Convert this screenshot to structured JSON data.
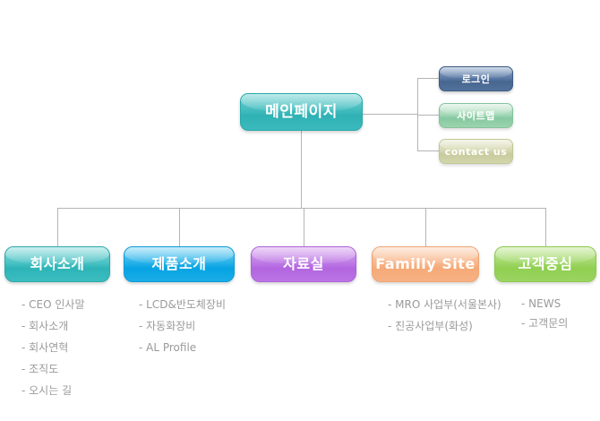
{
  "diagram": {
    "title": "website-sitemap",
    "root": {
      "label": "메인페이지"
    },
    "utility_nodes": [
      {
        "label": "로그인",
        "color": "#52729c"
      },
      {
        "label": "사이트맵",
        "color": "#9bd3ad"
      },
      {
        "label": "contact us",
        "color": "#d2d6ab"
      }
    ],
    "categories": [
      {
        "label": "회사소개",
        "color": "#3cbdc0",
        "items": [
          "- CEO 인사말",
          "- 회사소개",
          "- 회사연혁",
          "- 조직도",
          "- 오시는 길"
        ]
      },
      {
        "label": "제품소개",
        "color": "#1aade7",
        "items": [
          "- LCD&반도체장비",
          "- 자동화장비",
          "- AL Profile"
        ]
      },
      {
        "label": "자료실",
        "color": "#bb74e3",
        "items": []
      },
      {
        "label": "Familly Site",
        "color": "#f7b284",
        "items": [
          "- MRO 사업부(서울본사)",
          "- 진공사업부(화성)"
        ]
      },
      {
        "label": "고객중심",
        "color": "#9bd461",
        "items": [
          "- NEWS",
          "- 고객문의"
        ]
      }
    ],
    "connector_color": "#b4b4b4"
  }
}
